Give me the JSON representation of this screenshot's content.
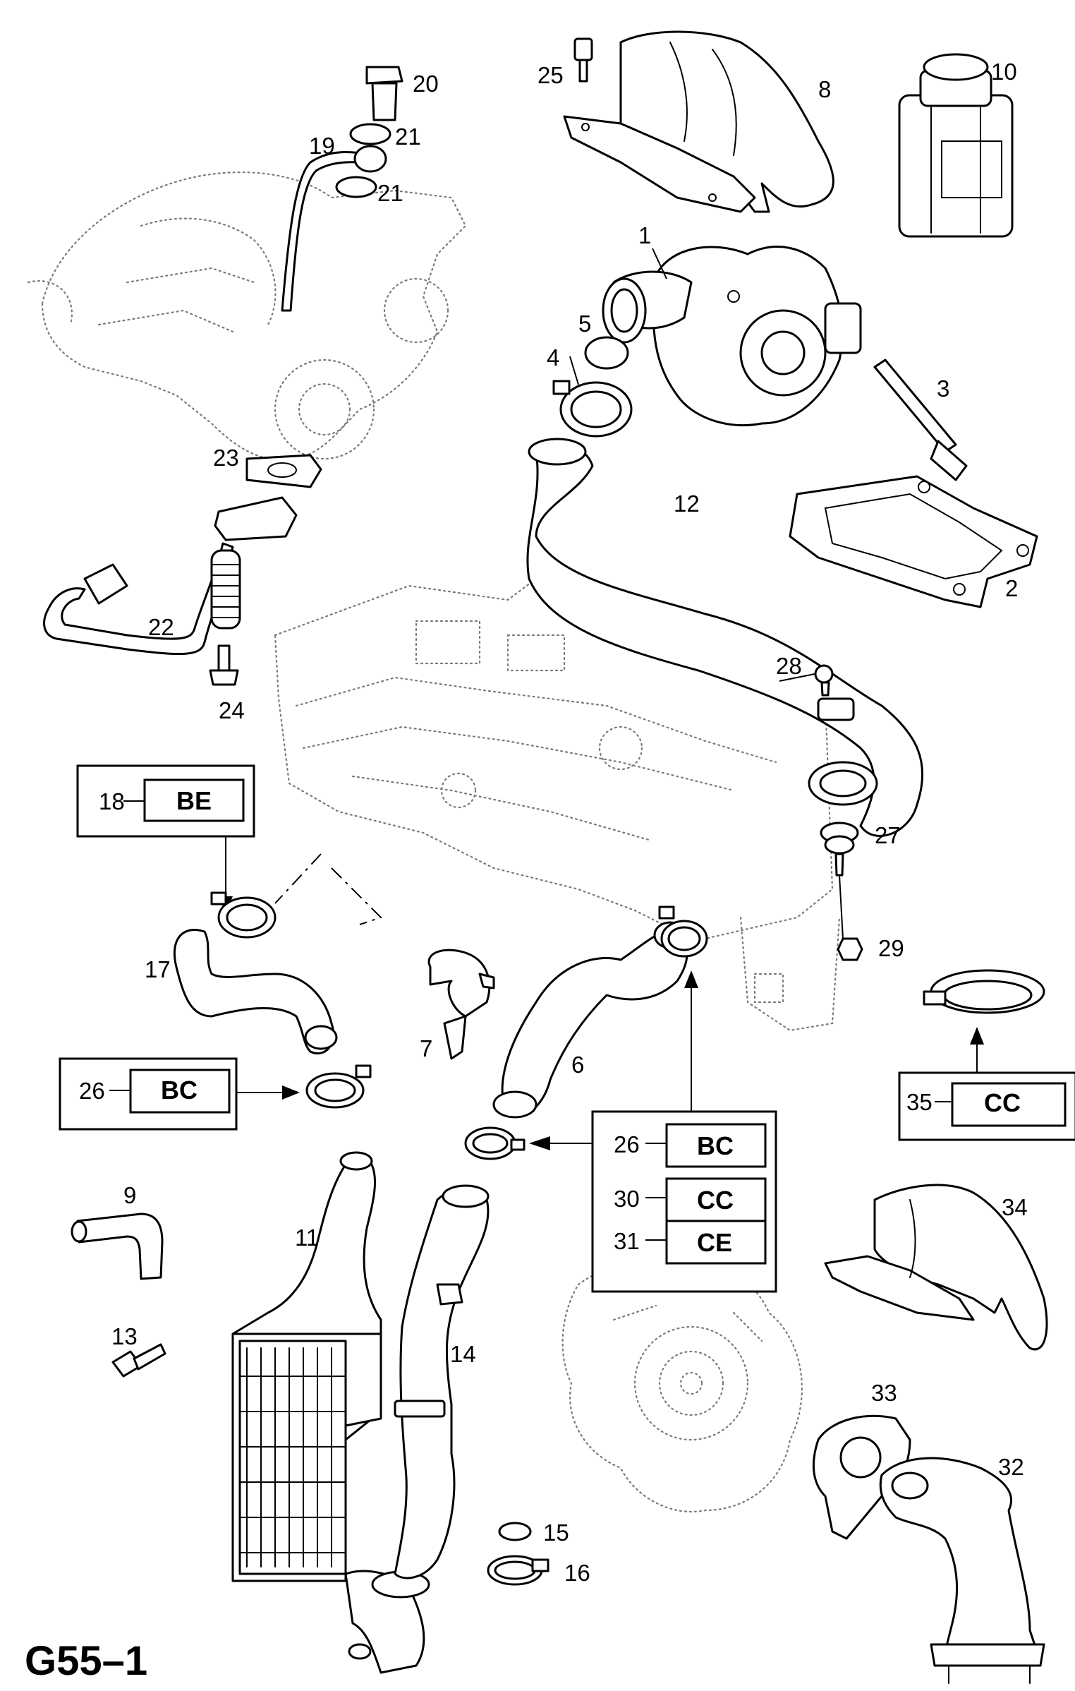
{
  "figure_id": "G55–1",
  "callouts": {
    "c1": "1",
    "c2": "2",
    "c3": "3",
    "c4": "4",
    "c5": "5",
    "c6": "6",
    "c7": "7",
    "c8": "8",
    "c9": "9",
    "c10": "10",
    "c11": "11",
    "c12": "12",
    "c13": "13",
    "c14": "14",
    "c15": "15",
    "c16": "16",
    "c17": "17",
    "c19": "19",
    "c20": "20",
    "c21a": "21",
    "c21b": "21",
    "c22": "22",
    "c23": "23",
    "c24": "24",
    "c25": "25",
    "c27": "27",
    "c28": "28",
    "c29": "29",
    "c32": "32",
    "c33": "33",
    "c34": "34"
  },
  "code_boxes": {
    "box18": {
      "ref": "18",
      "code": "BE"
    },
    "box26_left": {
      "ref": "26",
      "code": "BC"
    },
    "box35": {
      "ref": "35",
      "code": "CC"
    },
    "box_group": [
      {
        "ref": "26",
        "code": "BC"
      },
      {
        "ref": "30",
        "code": "CC"
      },
      {
        "ref": "31",
        "code": "CE"
      }
    ]
  },
  "icons": [
    "turbocharger-icon",
    "oil-filter-icon",
    "heat-shield-icon",
    "intercooler-icon",
    "hose-icon",
    "hose-clamp-icon",
    "bolt-icon",
    "gasket-icon",
    "exhaust-elbow-icon",
    "arrow-icon"
  ]
}
